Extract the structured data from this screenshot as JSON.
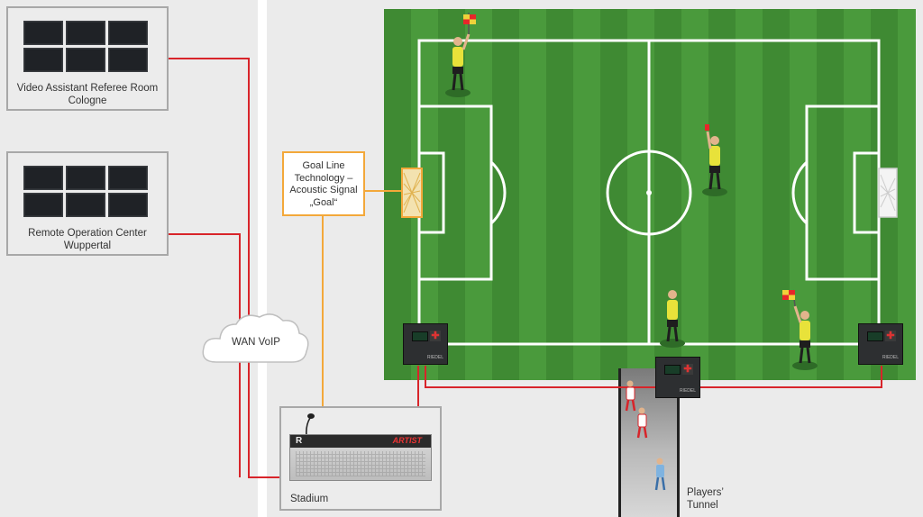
{
  "labels": {
    "var_room": "Video Assistant Referee Room\nCologne",
    "remote_center": "Remote Operation Center\nWuppertal",
    "goal_line": "Goal Line\nTechnology –\nAcoustic Signal\n„Goal“",
    "wan": "WAN VoIP",
    "stadium": "Stadium",
    "tunnel": "Players’\nTunnel"
  },
  "rack": {
    "logo": "R",
    "brand": "ARTIST"
  },
  "device_brand": "RIEDEL",
  "colors": {
    "connection_red": "#d8242a",
    "goal_line_orange": "#f3a83a",
    "pitch_dark": "#3f8a33",
    "pitch_light": "#4a9a3c",
    "referee_shirt": "#e8e23a",
    "flag": "#e8262a"
  },
  "icons": {
    "cloud": "cloud-icon",
    "monitor_wall": "monitor-wall-icon",
    "intercom_panel": "intercom-panel-icon",
    "goal": "goal-icon",
    "microphone": "microphone-icon",
    "referee": "referee-figure-icon",
    "player": "player-figure-icon"
  }
}
